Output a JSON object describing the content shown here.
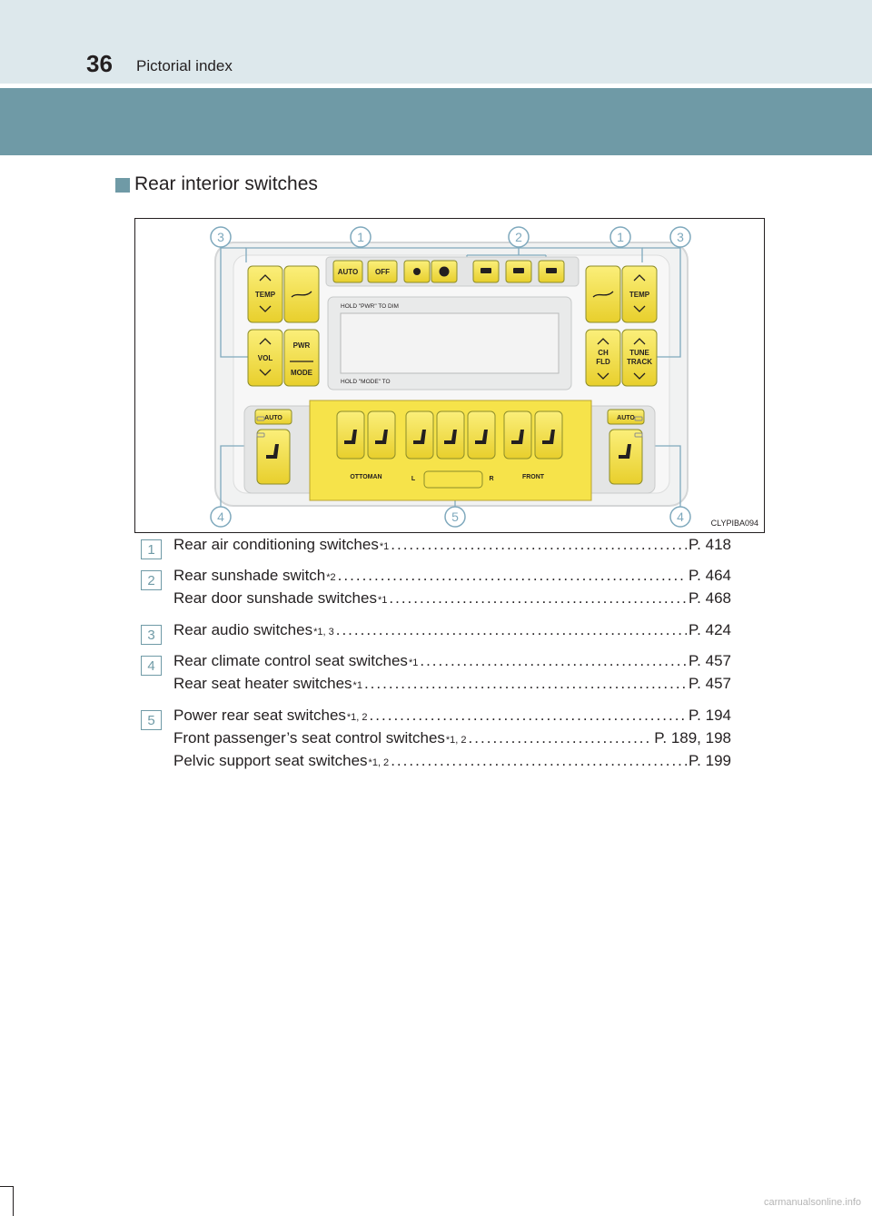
{
  "header": {
    "page_number": "36",
    "title": "Pictorial index"
  },
  "section": {
    "title": "Rear interior switches"
  },
  "figure": {
    "code": "CLYPIBA094",
    "callouts": [
      "3",
      "1",
      "2",
      "1",
      "3",
      "4",
      "5",
      "4"
    ],
    "labels": {
      "temp": "TEMP",
      "vol": "VOL",
      "pwr": "PWR",
      "mode": "MODE",
      "auto": "AUTO",
      "off": "OFF",
      "ch": "CH",
      "fld": "FLD",
      "tune": "TUNE",
      "track": "TRACK",
      "display_top": "HOLD \"PWR\" TO DIM",
      "display_bottom": "HOLD \"MODE\" TO",
      "ottoman": "OTTOMAN",
      "front": "FRONT",
      "l": "L",
      "r": "R"
    },
    "colors": {
      "button": "#f6e34a",
      "panel": "#f0f1f1",
      "callout": "#7fa9bd",
      "seat_panel": "#f6e34a"
    }
  },
  "items": [
    {
      "number": "1",
      "lines": [
        {
          "label": "Rear air conditioning switches",
          "sup": "*1",
          "ref": "P. 418"
        }
      ]
    },
    {
      "number": "2",
      "lines": [
        {
          "label": "Rear sunshade switch",
          "sup": "*2",
          "ref": "P. 464"
        },
        {
          "label": "Rear door sunshade switches",
          "sup": "*1",
          "ref": "P. 468"
        }
      ]
    },
    {
      "number": "3",
      "lines": [
        {
          "label": "Rear audio switches",
          "sup": "*1, 3",
          "ref": "P. 424"
        }
      ]
    },
    {
      "number": "4",
      "lines": [
        {
          "label": "Rear climate control seat switches",
          "sup": "*1",
          "ref": "P. 457"
        },
        {
          "label": "Rear seat heater switches",
          "sup": "*1",
          "ref": "P. 457"
        }
      ]
    },
    {
      "number": "5",
      "lines": [
        {
          "label": "Power rear seat switches",
          "sup": "*1, 2",
          "ref": "P. 194"
        },
        {
          "label": "Front passenger’s seat control switches",
          "sup": "*1, 2",
          "ref": "P. 189, 198"
        },
        {
          "label": "Pelvic support seat switches",
          "sup": "*1, 2",
          "ref": "P. 199"
        }
      ]
    }
  ],
  "footer": {
    "url": "carmanualsonline.info"
  }
}
